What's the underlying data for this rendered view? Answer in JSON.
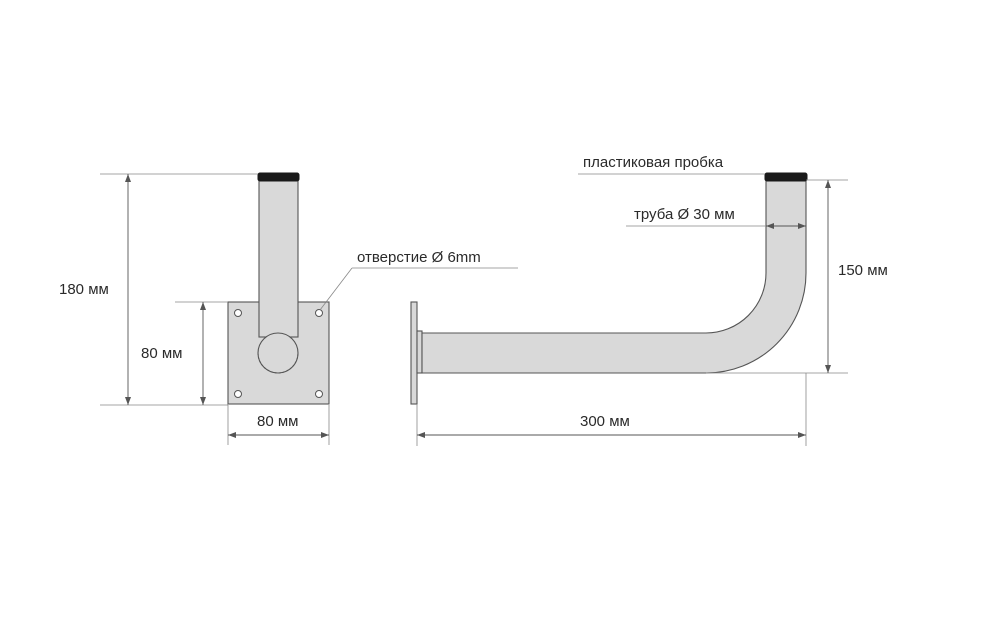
{
  "labels": {
    "height_total": "180 мм",
    "plate_height": "80 мм",
    "plate_width": "80 мм",
    "hole": "отверстие  Ø 6mm",
    "cap": "пластиковая пробка",
    "tube": "труба Ø 30 мм",
    "rise": "150 мм",
    "length": "300 мм"
  },
  "colors": {
    "metal": "#d9d9d9",
    "outline": "#555555",
    "cap": "#1a1a1a",
    "text": "#2a2a2a"
  }
}
